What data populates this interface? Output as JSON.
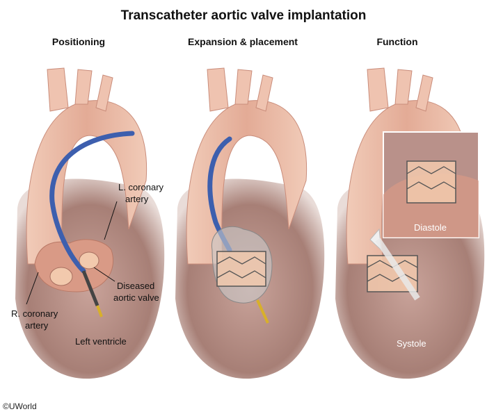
{
  "title": "Transcatheter aortic valve implantation",
  "panels": [
    {
      "title": "Positioning"
    },
    {
      "title": "Expansion & placement"
    },
    {
      "title": "Function"
    }
  ],
  "labels": {
    "l_coronary_1": "L. coronary",
    "l_coronary_2": "artery",
    "diseased_1": "Diseased",
    "diseased_2": "aortic valve",
    "r_coronary_1": "R. coronary",
    "r_coronary_2": "artery",
    "left_ventricle": "Left ventricle",
    "diastole": "Diastole",
    "systole": "Systole"
  },
  "credit": "©UWorld",
  "colors": {
    "aorta_fill": "#eab9a4",
    "aorta_inner": "#d99a86",
    "heart_fill": "#b98f86",
    "heart_dark": "#8e6a63",
    "catheter": "#3d5fae",
    "valve_leaflet": "#f2c9ad",
    "stent": "#555555",
    "balloon": "#c9c9c9",
    "needle_tip": "#d8b02a"
  }
}
